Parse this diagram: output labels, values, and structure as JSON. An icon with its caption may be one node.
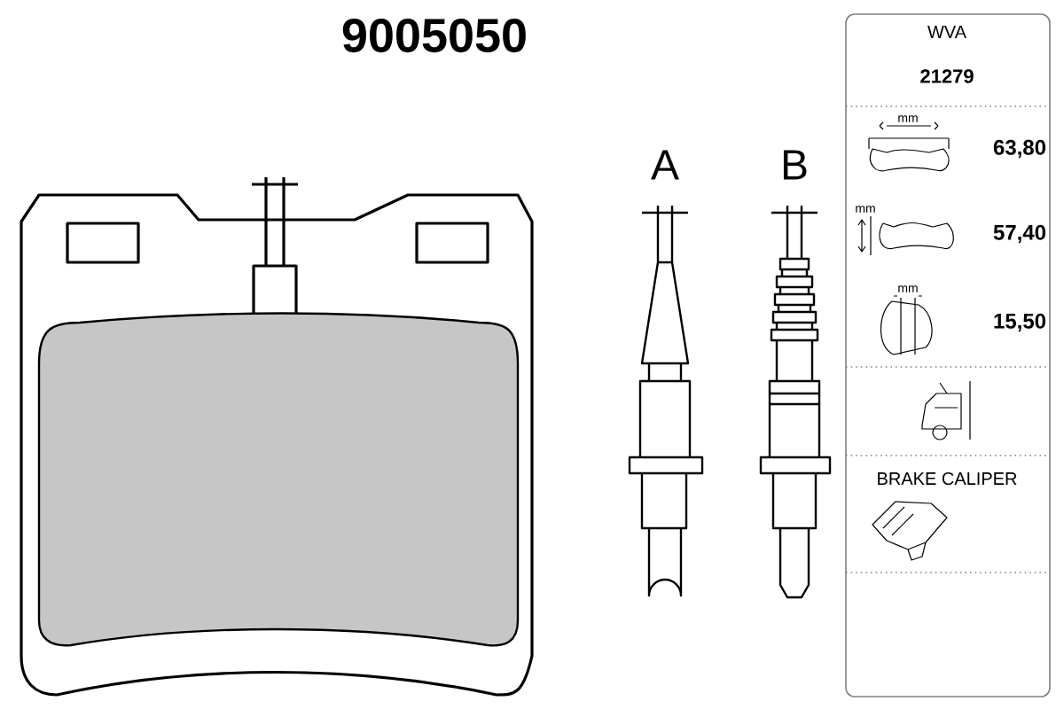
{
  "diagram": {
    "title": "9005050",
    "labels": [
      "A",
      "B",
      "WVA",
      "21279",
      "mm",
      "63,80",
      "mm",
      "57,40",
      "mm",
      "15,50",
      "BRAKE CALIPER"
    ]
  }
}
